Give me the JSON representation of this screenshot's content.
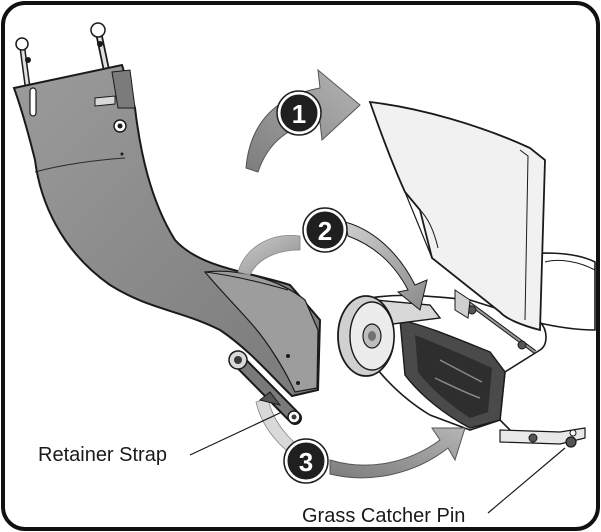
{
  "steps": [
    {
      "number": "1"
    },
    {
      "number": "2"
    },
    {
      "number": "3"
    }
  ],
  "labels": {
    "retainer_strap": "Retainer Strap",
    "grass_catcher_pin": "Grass Catcher Pin"
  },
  "colors": {
    "border": "#111111",
    "chute_fill": "#8c8c8c",
    "chute_dark": "#6f6f6f",
    "arrow_fill": "#9a9a9a",
    "step_badge": "#1f1f1f",
    "line": "#1a1a1a"
  }
}
